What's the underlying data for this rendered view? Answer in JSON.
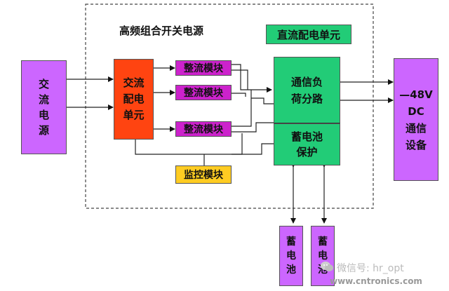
{
  "title": "高频组合开关电源",
  "dc_unit_label": "直流配电单元",
  "ac_source": "交\n流\n电\n源",
  "ac_distribution": "交流\n配电\n单元",
  "rectifiers": [
    "整流模块",
    "整流模块",
    "整流模块"
  ],
  "monitor": "监控模块",
  "comm_load": "通信负\n荷分路",
  "battery_protect": "蓄电池\n保护",
  "batteries": [
    "蓄\n电\n池",
    "蓄\n电\n池"
  ],
  "telecom_device": "—48V\nDC\n通信\n设备",
  "watermark": {
    "wechat": "微信号: hr_opt",
    "site": "www.cntronics.com"
  },
  "colors": {
    "purple": "#cc66ff",
    "orange": "#ff4411",
    "magenta": "#cc22cc",
    "green": "#22cc77",
    "yellow": "#ffcc22"
  }
}
